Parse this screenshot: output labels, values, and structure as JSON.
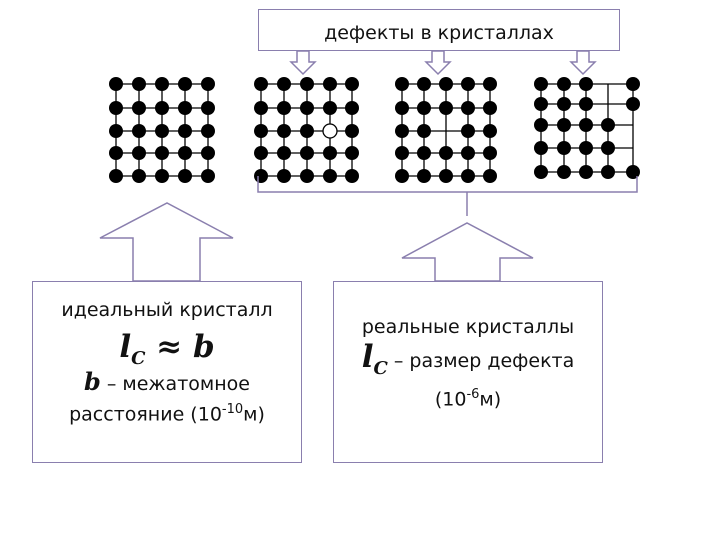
{
  "top_label": "дефекты в кристаллах",
  "ideal": {
    "heading": "идеальный кристалл",
    "formula_l": "l",
    "formula_sub": "C",
    "formula_rest": " ≈ b",
    "b_symbol": "b",
    "b_text": " – межатомное",
    "distance_text": "расстояние (10",
    "distance_exp": "-10",
    "distance_unit": "м)"
  },
  "real": {
    "heading": "реальные кристаллы",
    "lc_l": "l",
    "lc_sub": "C",
    "lc_text": " – размер дефекта",
    "size_open": "(10",
    "size_exp": "-6",
    "size_unit": "м)"
  },
  "colors": {
    "frame": "#8a7fae",
    "atom": "#000000",
    "lattice": "#000000"
  }
}
